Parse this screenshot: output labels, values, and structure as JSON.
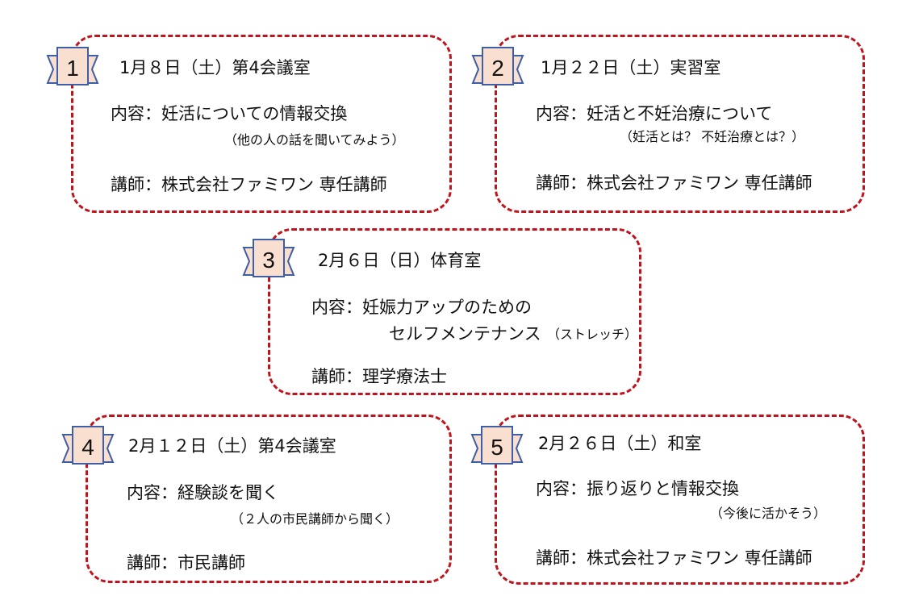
{
  "sessions": [
    {
      "number": "1",
      "heading": "1月８日（土）第4会議室",
      "content": "内容：妊活についての情報交換",
      "content_line2": "",
      "note": "（他の人の話を聞いてみよう）",
      "lecturer": "講師：株式会社ファミワン 専任講師"
    },
    {
      "number": "2",
      "heading": "1月２２日（土）実習室",
      "content": "内容：妊活と不妊治療について",
      "content_line2": "",
      "note": "（妊活とは？ 不妊治療とは？）",
      "lecturer": "講師：株式会社ファミワン 専任講師"
    },
    {
      "number": "3",
      "heading": "2月６日（日）体育室",
      "content": "内容：妊娠力アップのための",
      "content_line2": "セルフメンテナンス",
      "note": "（ストレッチ）",
      "lecturer": "講師：理学療法士"
    },
    {
      "number": "4",
      "heading": "2月１２日（土）第4会議室",
      "content": "内容：経験談を聞く",
      "content_line2": "",
      "note": "（２人の市民講師から聞く）",
      "lecturer": "講師：市民講師"
    },
    {
      "number": "5",
      "heading": "2月２６日（土）和室",
      "content": "内容：振り返りと情報交換",
      "content_line2": "",
      "note": "（今後に活かそう）",
      "lecturer": "講師：株式会社ファミワン 専任講師"
    }
  ],
  "colors": {
    "border": "#c0141c",
    "ribbon_fill": "#f9dfcf",
    "ribbon_stroke": "#3e5ea5",
    "text": "#111111"
  }
}
